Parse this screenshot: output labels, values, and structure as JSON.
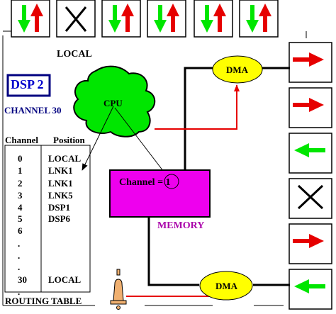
{
  "diagram": {
    "top_ports": [
      {
        "kind": "bidirectional"
      },
      {
        "kind": "blocked",
        "label": "LOCAL"
      },
      {
        "kind": "bidirectional"
      },
      {
        "kind": "bidirectional"
      },
      {
        "kind": "bidirectional"
      },
      {
        "kind": "bidirectional"
      }
    ],
    "right_ports": [
      {
        "kind": "out"
      },
      {
        "kind": "out"
      },
      {
        "kind": "in"
      },
      {
        "kind": "blocked"
      },
      {
        "kind": "out"
      },
      {
        "kind": "in"
      }
    ],
    "dsp_label": "DSP 2",
    "channel_label": "CHANNEL 30",
    "cpu_label": "CPU",
    "dma_top_label": "DMA",
    "dma_bottom_label": "DMA",
    "memory_label": "MEMORY",
    "memory_content": "Channel = 1",
    "routing_table": {
      "headers": [
        "Channel",
        "Position"
      ],
      "rows": [
        {
          "channel": "0",
          "position": "LOCAL"
        },
        {
          "channel": "1",
          "position": "LNK1"
        },
        {
          "channel": "2",
          "position": "LNK1"
        },
        {
          "channel": "3",
          "position": "LNK5"
        },
        {
          "channel": "4",
          "position": "DSP1"
        },
        {
          "channel": "5",
          "position": "DSP6"
        },
        {
          "channel": "6",
          "position": ""
        },
        {
          "channel": ".",
          "position": ""
        },
        {
          "channel": ".",
          "position": ""
        },
        {
          "channel": ".",
          "position": ""
        },
        {
          "channel": "30",
          "position": "LOCAL"
        },
        {
          "channel": ".",
          "position": ""
        }
      ],
      "caption": "ROUTING TABLE"
    },
    "colors": {
      "green": "#00e600",
      "red": "#e60000",
      "magenta": "#ee00ee",
      "yellow": "#ffff00",
      "navy": "#000080",
      "blue_label": "#0000cc",
      "memory_text": "#aa00aa",
      "bell": "#f0b070"
    }
  }
}
